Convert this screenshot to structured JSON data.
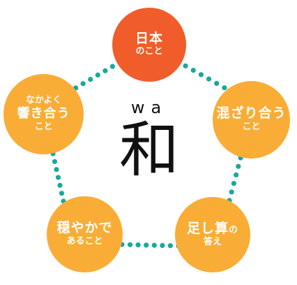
{
  "center": {
    "reading": "wa",
    "kanji": "和"
  },
  "nodes": {
    "top": {
      "line1": "日本",
      "line2": "のこと",
      "color": "#f05d2a"
    },
    "right": {
      "line1": "混ざり合う",
      "line2": "こと",
      "color": "#f9ad36"
    },
    "bottom_right": {
      "line1": "足し算",
      "line1_suffix": "の",
      "line2": "答え",
      "color": "#f9ad36"
    },
    "bottom_left": {
      "line1": "穏やかで",
      "line2": "あること",
      "color": "#f9ad36"
    },
    "left": {
      "line0": "なかよく",
      "line1": "響き合う",
      "line2": "こと",
      "color": "#f9ad36"
    }
  },
  "connector_color": "#1aa89a"
}
